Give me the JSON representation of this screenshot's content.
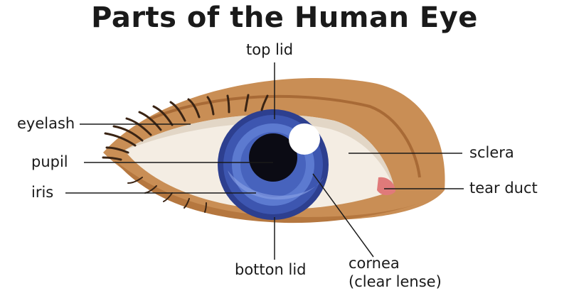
{
  "title": "Parts of the Human Eye",
  "labels": {
    "top_lid": "top lid",
    "eyelash": "eyelash",
    "pupil": "pupil",
    "iris": "iris",
    "sclera": "sclera",
    "tear_duct": "tear duct",
    "botton_lid": "botton lid",
    "cornea_line1": "cornea",
    "cornea_line2": "(clear lense)"
  },
  "colors": {
    "skin": "#c98e55",
    "skin_shadow": "#b5773f",
    "lid_crease": "#a86a36",
    "sclera": "#f4ede3",
    "iris_outer": "#2d3f8f",
    "iris_inner": "#5c7ad0",
    "pupil": "#0b0b14",
    "lash": "#3a2414",
    "tear_duct": "#e07a7a",
    "leader_line": "#1a1a1a"
  }
}
